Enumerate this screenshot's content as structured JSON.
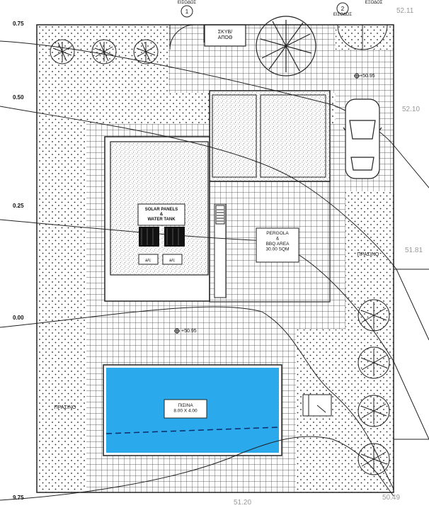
{
  "entrances": [
    {
      "label": "ΕΙΣΟΔΟΣ",
      "number": "1"
    },
    {
      "label": "ΕΙΣΟΔΟΣ",
      "number": "2"
    },
    {
      "label": "ΕΞΟΔΟΣ"
    }
  ],
  "level_markers": [
    "0.75",
    "0.50",
    "0.25",
    "0.00",
    "9.75"
  ],
  "elevations": [
    "+50.95",
    "+50.95"
  ],
  "edge_levels": [
    "52.11",
    "52.10",
    "51.81",
    "50.49",
    "51.20"
  ],
  "labels": {
    "storage": "ΣΚΥΒ/\nΑΠΟΘ",
    "solar": "SOLAR PANELS\n&\nWATER TANK",
    "ac": "a/c",
    "pergola": "PERGOLA\n&\nBBQ AREA\n30.00 SQM",
    "pool": "ΠΙΣΙΝΑ\n8.00 X 4.00",
    "garden": "ΠΡΑΣΙΝΟ"
  },
  "colors": {
    "pool_water": "#2aa9ec",
    "line": "#222222",
    "paper": "#ffffff"
  },
  "icons": [
    "tree-icon",
    "car-icon",
    "door-swing-icon",
    "section-marker-icon"
  ]
}
